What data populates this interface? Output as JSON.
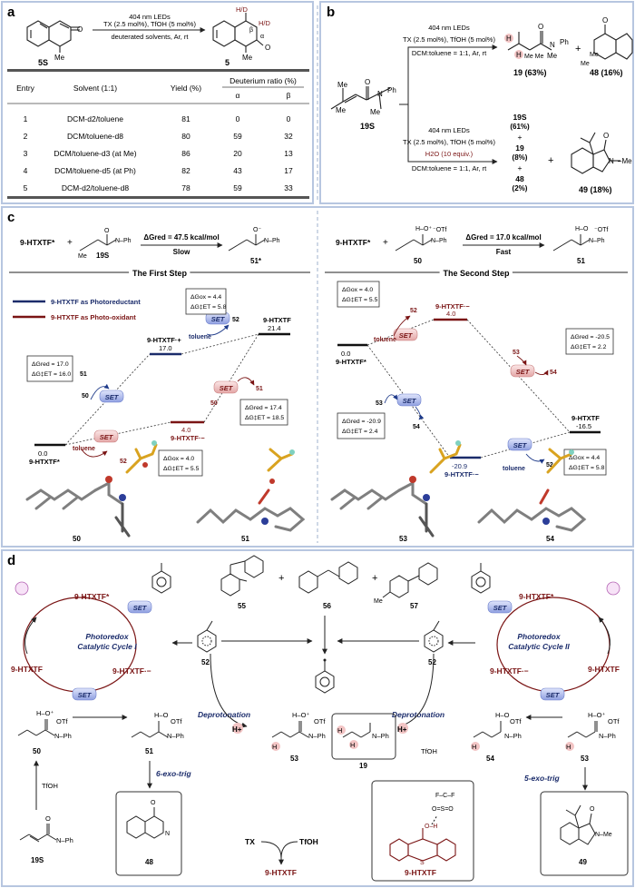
{
  "panel_a": {
    "label": "a",
    "substrate": "5S",
    "substrate_me": "Me",
    "product": "5",
    "product_me": "Me",
    "product_hd1": "H/D",
    "product_hd2": "H/D",
    "alpha": "α",
    "beta": "β",
    "cond1": "404 nm LEDs",
    "cond2": "TX (2.5 mol%), TfOH (5 mol%)",
    "cond3": "deuterated solvents, Ar, rt",
    "table": {
      "headers": [
        "Entry",
        "Solvent (1:1)",
        "Yield (%)",
        "Deuterium ratio (%)"
      ],
      "subheaders": [
        "α",
        "β"
      ],
      "rows": [
        [
          "1",
          "DCM-d2/toluene",
          "81",
          "0",
          "0"
        ],
        [
          "2",
          "DCM/toluene-d8",
          "80",
          "59",
          "32"
        ],
        [
          "3",
          "DCM/toluene-d3 (at Me)",
          "86",
          "20",
          "13"
        ],
        [
          "4",
          "DCM/toluene-d5 (at Ph)",
          "82",
          "43",
          "17"
        ],
        [
          "5",
          "DCM-d2/toluene-d8",
          "78",
          "59",
          "33"
        ]
      ]
    }
  },
  "panel_b": {
    "label": "b",
    "substrate": "19S",
    "top_cond1": "404 nm LEDs",
    "top_cond2": "TX (2.5 mol%), TfOH (5 mol%)",
    "top_cond3": "DCM:toluene = 1:1, Ar, rt",
    "top_p1": "19 (63%)",
    "top_p2": "48 (16%)",
    "bot_cond1": "404 nm LEDs",
    "bot_cond2": "TX (2.5 mol%), TfOH (5 mol%)",
    "bot_cond3": "H2O (10 equiv.)",
    "bot_cond4": "DCM:toluene = 1:1, Ar, rt",
    "bot_list": [
      "19S",
      "(61%)",
      "+",
      "19",
      "(8%)",
      "+",
      "48",
      "(2%)"
    ],
    "bot_p2": "49 (18%)",
    "plus": "+"
  },
  "panel_c": {
    "label": "c",
    "left_eq": {
      "cat": "9-HTXTF*",
      "sub": "19S",
      "prod": "51*",
      "energy": "ΔGred = 47.5 kcal/mol",
      "verdict": "Slow"
    },
    "right_eq": {
      "cat": "9-HTXTF*",
      "sub": "50",
      "prod": "51",
      "energy": "ΔGred = 17.0 kcal/mol",
      "verdict": "Fast"
    },
    "first_step": "The First Step",
    "second_step": "The Second Step",
    "legend_reductant": "9-HTXTF as Photoreductant",
    "legend_oxidant": "9-HTXTF as Photo-oxidant",
    "set": "SET",
    "toluene": "toluene",
    "left_levels": {
      "ground": [
        "0.0",
        "9-HTXTF*"
      ],
      "radcat": [
        "9-HTXTF·+",
        "17.0"
      ],
      "final": [
        "9-HTXTF",
        "21.4"
      ],
      "radan": [
        "4.0",
        "9-HTXTF·−"
      ]
    },
    "left_boxes": {
      "b1": [
        "ΔGox = 4.4",
        "ΔG‡ET = 5.8"
      ],
      "b2": [
        "ΔGred = 17.0",
        "ΔG‡ET = 16.0"
      ],
      "b3": [
        "ΔGred = 17.4",
        "ΔG‡ET = 18.5"
      ],
      "b4": [
        "ΔGox = 4.0",
        "ΔG‡ET = 5.5"
      ]
    },
    "left_labels": [
      "52",
      "51",
      "50",
      "51",
      "50",
      "52"
    ],
    "right_levels": {
      "ground": [
        "0.0",
        "9-HTXTF*"
      ],
      "radan": [
        "9-HTXTF·−",
        "4.0"
      ],
      "final": [
        "9-HTXTF",
        "-16.5"
      ],
      "radan2": [
        "-20.9",
        "9-HTXTF·−"
      ]
    },
    "right_boxes": {
      "b1": [
        "ΔGox = 4.0",
        "ΔG‡ET = 5.5"
      ],
      "b2": [
        "ΔGred = -20.5",
        "ΔG‡ET = 2.2"
      ],
      "b3": [
        "ΔGred = -20.9",
        "ΔG‡ET = 2.4"
      ],
      "b4": [
        "ΔGox = 4.4",
        "ΔG‡ET = 5.8"
      ]
    },
    "right_labels": [
      "52",
      "53",
      "54",
      "53",
      "54",
      "52"
    ],
    "struct_labels": [
      "50",
      "51",
      "53",
      "54"
    ]
  },
  "panel_d": {
    "label": "d",
    "left_cycle": {
      "title1": "Photoredox",
      "title2": "Catalytic Cycle I",
      "star": "9-HTXTF*",
      "ground": "9-HTXTF",
      "radan": "9-HTXTF·−"
    },
    "right_cycle": {
      "title1": "Photoredox",
      "title2": "Catalytic Cycle II",
      "star": "9-HTXTF*",
      "ground": "9-HTXTF",
      "radan": "9-HTXTF·−"
    },
    "set": "SET",
    "deprot": "Deprotonation",
    "hplus": "H+",
    "tfoh": "TfOH",
    "otf": "OTf",
    "nph": "N",
    "ph": "Ph",
    "me": "Me",
    "labels": {
      "c50": "50",
      "c51": "51",
      "c53l": "53",
      "c52l": "52",
      "c52r": "52",
      "c19": "19",
      "c54": "54",
      "c53r": "53",
      "c19s": "19S",
      "c48": "48",
      "c49": "49",
      "c55": "55",
      "c56": "56",
      "c57": "57",
      "cat": "9-HTXTF"
    },
    "exo6": "6-exo-trig",
    "exo5": "5-exo-trig",
    "tx": "TX",
    "plus": "+"
  }
}
